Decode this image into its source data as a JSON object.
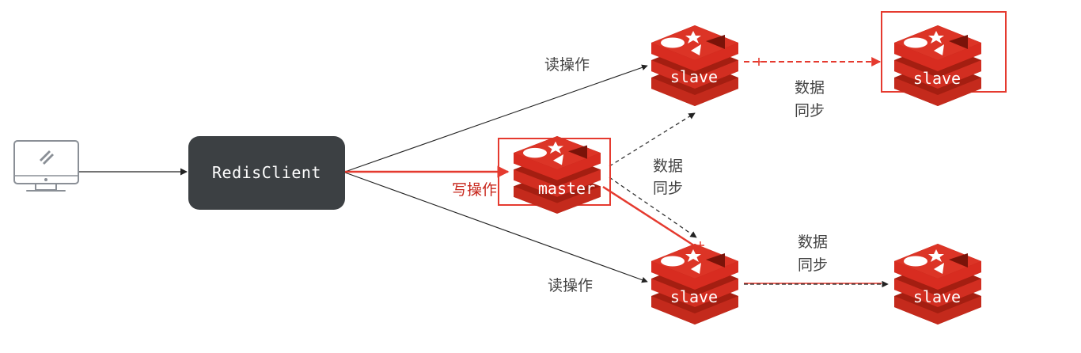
{
  "client": {
    "label": "RedisClient",
    "icon": "computer-icon"
  },
  "nodes": {
    "master": {
      "label": "master",
      "icon": "redis-logo-icon"
    },
    "slave_top": {
      "label": "slave",
      "icon": "redis-logo-icon"
    },
    "slave_top_right": {
      "label": "slave",
      "icon": "redis-logo-icon"
    },
    "slave_bottom": {
      "label": "slave",
      "icon": "redis-logo-icon"
    },
    "slave_bottom_right": {
      "label": "slave",
      "icon": "redis-logo-icon"
    }
  },
  "labels": {
    "read_top": "读操作",
    "read_bottom": "读操作",
    "write": "写操作",
    "sync_top_line1": "数据",
    "sync_top_line2": "同步",
    "sync_mid_line1": "数据",
    "sync_mid_line2": "同步",
    "sync_bottom_line1": "数据",
    "sync_bottom_line2": "同步"
  },
  "colors": {
    "redis_red": "#d82c20",
    "redis_dark": "#a41e11",
    "highlight": "#e53a2f",
    "client_box": "#3c4043",
    "arrow": "#222222"
  }
}
